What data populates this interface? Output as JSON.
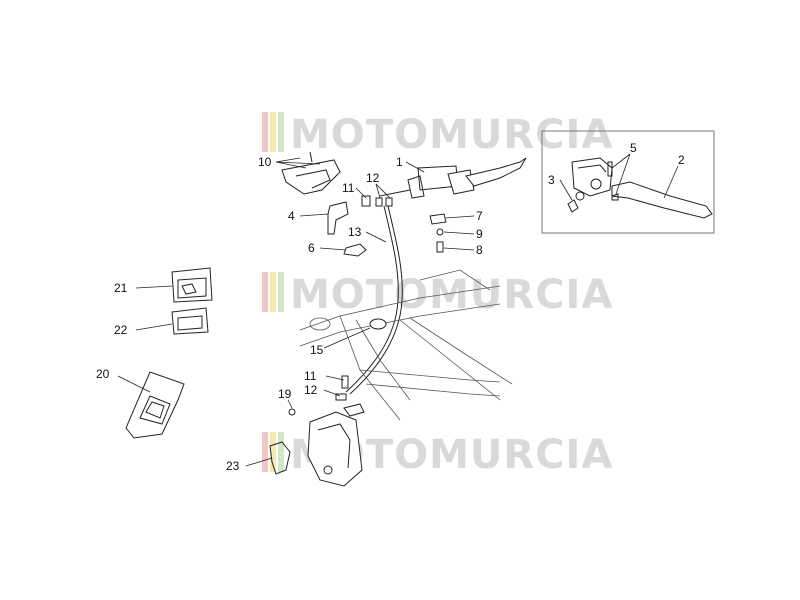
{
  "watermark": {
    "text": "MOTOMURCIA",
    "stripe_colors": [
      "#f3c6c6",
      "#f5e9b0",
      "#cfe8c8"
    ]
  },
  "labels": {
    "l1": "1",
    "l2": "2",
    "l3": "3",
    "l4": "4",
    "l5": "5",
    "l6": "6",
    "l7": "7",
    "l8": "8",
    "l9": "9",
    "l10": "10",
    "l11a": "11",
    "l11b": "11",
    "l12a": "12",
    "l12b": "12",
    "l13": "13",
    "l15": "15",
    "l19": "19",
    "l20": "20",
    "l21": "21",
    "l22": "22",
    "l23": "23"
  }
}
